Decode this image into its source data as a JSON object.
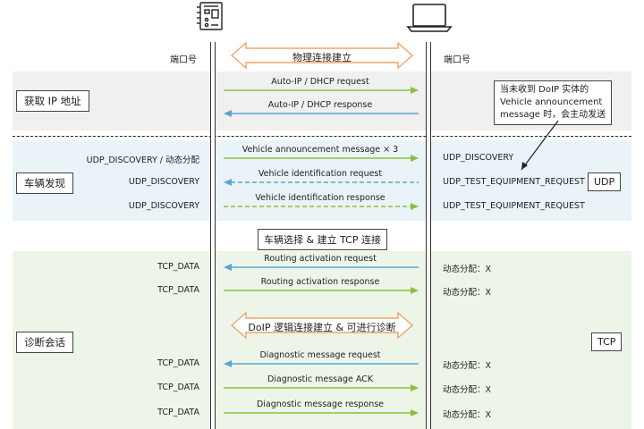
{
  "port_label_left": "端口号",
  "port_label_right": "端口号",
  "phys": "物理连接建立",
  "phases": {
    "ip": "获取 IP 地址",
    "vehicle": "车辆发现",
    "diag": "诊断会话"
  },
  "note": "当未收到 DoIP 实体的\nVehicle announcement\nmessage 时，会主动发送",
  "proto_udp": "UDP",
  "proto_tcp": "TCP",
  "select_tcp": "车辆选择 & 建立 TCP 连接",
  "doip_logic": "DoIP 逻辑连接建立 & 可进行诊断",
  "colors": {
    "green": "#8cbf3f",
    "blue": "#5aa6d4",
    "orange": "#f0a46a"
  },
  "messages": [
    {
      "text": "Auto-IP / DHCP request",
      "dir": "right",
      "color": "green",
      "style": "solid",
      "left": "",
      "right": ""
    },
    {
      "text": "Auto-IP / DHCP response",
      "dir": "left",
      "color": "blue",
      "style": "solid",
      "left": "",
      "right": ""
    },
    {
      "text": "Vehicle announcement message × 3",
      "dir": "right",
      "color": "green",
      "style": "solid",
      "left": "UDP_DISCOVERY / 动态分配",
      "right": "UDP_DISCOVERY"
    },
    {
      "text": "Vehicle identification request",
      "dir": "left",
      "color": "blue",
      "style": "dashed",
      "left": "UDP_DISCOVERY",
      "right": "UDP_TEST_EQUIPMENT_REQUEST"
    },
    {
      "text": "Vehicle identification response",
      "dir": "right",
      "color": "green",
      "style": "dashed",
      "left": "UDP_DISCOVERY",
      "right": "UDP_TEST_EQUIPMENT_REQUEST"
    },
    {
      "text": "Routing activation request",
      "dir": "left",
      "color": "blue",
      "style": "solid",
      "left": "TCP_DATA",
      "right": "动态分配：X"
    },
    {
      "text": "Routing activation response",
      "dir": "right",
      "color": "green",
      "style": "solid",
      "left": "TCP_DATA",
      "right": "动态分配：X"
    },
    {
      "text": "Diagnostic message request",
      "dir": "left",
      "color": "blue",
      "style": "solid",
      "left": "TCP_DATA",
      "right": "动态分配：X"
    },
    {
      "text": "Diagnostic message ACK",
      "dir": "right",
      "color": "green",
      "style": "solid",
      "left": "TCP_DATA",
      "right": "动态分配：X"
    },
    {
      "text": "Diagnostic message response",
      "dir": "right",
      "color": "green",
      "style": "solid",
      "left": "TCP_DATA",
      "right": "动态分配：X"
    }
  ]
}
